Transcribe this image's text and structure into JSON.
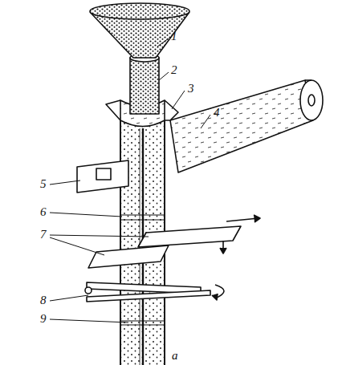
{
  "diagram": {
    "labels": [
      "1",
      "2",
      "3",
      "4",
      "5",
      "6",
      "7",
      "8",
      "9",
      "а"
    ]
  }
}
